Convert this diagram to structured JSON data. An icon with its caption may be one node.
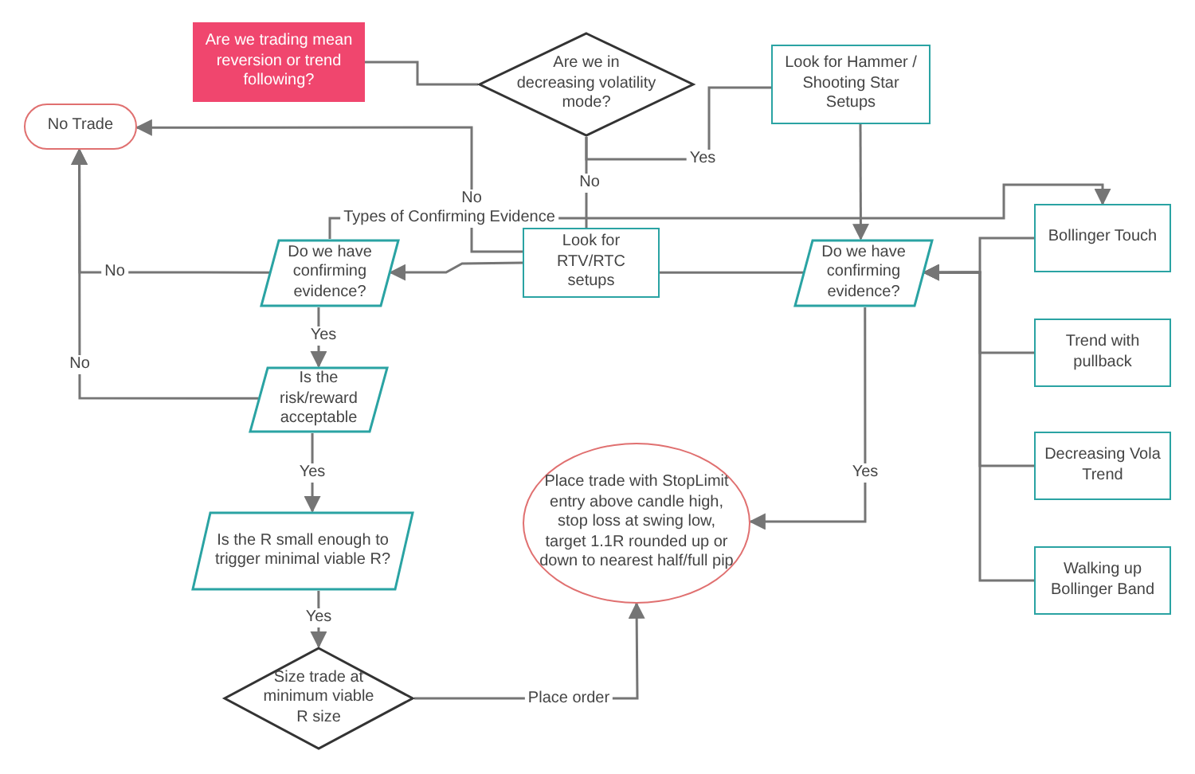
{
  "diagram": {
    "nodes": [
      {
        "text": [
          "Are we trading mean reversion or trend following?"
        ]
      },
      {
        "text": [
          "No Trade"
        ]
      },
      {
        "text": [
          "Are we in decreasing volatility mode?"
        ]
      },
      {
        "text": [
          "Look for Hammer / Shooting Star Setups"
        ]
      },
      {
        "text": [
          "Do we have confirming evidence?"
        ]
      },
      {
        "text": [
          "Look for RTV/RTC setups"
        ]
      },
      {
        "text": [
          "Do we have confirming evidence?"
        ]
      },
      {
        "text": [
          "Bollinger Touch"
        ]
      },
      {
        "text": [
          "Trend with pullback"
        ]
      },
      {
        "text": [
          "Is the risk/reward acceptable"
        ]
      },
      {
        "text": [
          "Decreasing Vola Trend"
        ]
      },
      {
        "text": [
          "Is the R small enough to trigger minimal viable R?"
        ]
      },
      {
        "text": [
          "Walking up Bollinger Band"
        ]
      },
      {
        "text": [
          "Place trade with StopLimit entry above candle high, stop loss at swing low, target 1.1R rounded up or down to nearest half/full pip"
        ]
      },
      {
        "text": [
          "Size trade at minimum viable R size"
        ]
      }
    ],
    "edges": [
      {
        "from": 0,
        "to": 2,
        "arrow": "none"
      },
      {
        "from": 2,
        "to": 3,
        "arrow": "none",
        "label": "Yes"
      },
      {
        "from": 2,
        "to": 5,
        "arrow": "none",
        "label": "No"
      },
      {
        "from": 3,
        "to": 6,
        "arrow": "to"
      },
      {
        "from": 5,
        "to": 4,
        "arrow": "to"
      },
      {
        "from": 5,
        "to": 1,
        "arrow": "to",
        "label": "No"
      },
      {
        "from": 5,
        "to": 6,
        "arrow": "none"
      },
      {
        "from": 4,
        "to": 7,
        "arrow": "to",
        "label": "Types of Confirming Evidence"
      },
      {
        "from": 4,
        "to": 1,
        "arrow": "to",
        "label": "No"
      },
      {
        "from": 4,
        "to": 9,
        "arrow": "to",
        "label": "Yes"
      },
      {
        "from": 9,
        "to": 1,
        "arrow": "to",
        "label": "No"
      },
      {
        "from": 9,
        "to": 11,
        "arrow": "to",
        "label": "Yes"
      },
      {
        "from": 11,
        "to": 14,
        "arrow": "to",
        "label": "Yes"
      },
      {
        "from": 14,
        "to": 13,
        "arrow": "to",
        "label": "Place order"
      },
      {
        "from": 6,
        "to": 13,
        "arrow": "to",
        "label": "Yes"
      },
      {
        "from": 7,
        "to": 6,
        "arrow": "to"
      },
      {
        "from": 8,
        "to": 6,
        "arrow": "to"
      },
      {
        "from": 10,
        "to": 6,
        "arrow": "to"
      },
      {
        "from": 12,
        "to": 6,
        "arrow": "to"
      }
    ]
  }
}
